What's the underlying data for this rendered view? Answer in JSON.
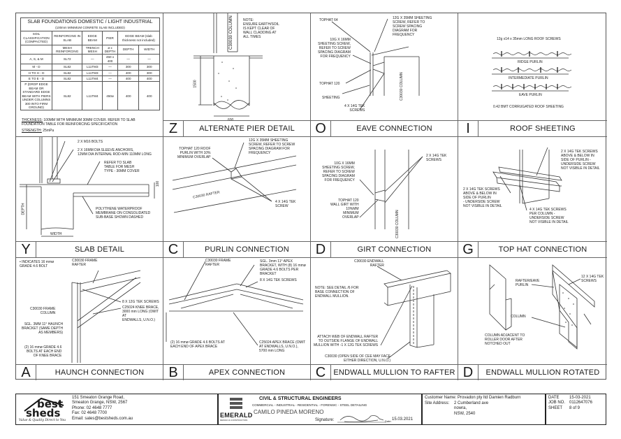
{
  "slab_table": {
    "title": "SLAB FOUNDATIONS DOMESTIC / LIGHT INDUSTRIAL",
    "subtitle": "(100mm MINIMUM CONRETE SLAB INCLUDED)",
    "headers": [
      "SOIL CLASSIFICATION (COMPACTED)",
      "REINFORCING IN SLAB",
      "EDGE BEAM",
      "PIER",
      "EDGE BEAM (slab thickness not included)"
    ],
    "subheaders": [
      "",
      "MESH REINFORCING",
      "TRENCH MESH",
      "ø x DEPTH",
      "DEPTH",
      "WIDTH"
    ],
    "rows": [
      [
        "A, S, & M",
        "SL72",
        "—",
        "450 x 400",
        "—",
        "—"
      ],
      [
        "M - D",
        "SL82",
        "L11TM3",
        "—",
        "300",
        "300"
      ],
      [
        "H TO H - D",
        "SL82",
        "L11TM3",
        "—",
        "400",
        "300"
      ],
      [
        "E TO E - D",
        "SL82",
        "L11TM4",
        "—",
        "400",
        "400"
      ],
      [
        "P (DROP EDGE BEAM OR STANDARD EDGE BEAM WITH PIERS UNDER COLUMNS 300 INTO FIRM GROUND)",
        "SL82",
        "L11TM4",
        "450ø",
        "400",
        "400"
      ]
    ],
    "thickness_label": "THICKNESS:",
    "thickness_text": "100MM WITH MINIMUM 30MM COVER. REFER TO SLAB FOUNDATION TABLE FOR REINFORCING SPECIFICATION",
    "strength_label": "STRENGTH:",
    "strength_text": "25mPa"
  },
  "details": [
    {
      "letter": "Z",
      "title": "ALTERNATE PIER DETAIL",
      "notes": [
        "NOTE:\nENSURE EARTH/SOIL\nIS KEPT CLEAR OF\nWALL CLADDING AT\nALL TIMES",
        "C30030 COLUMN",
        "1500",
        "600"
      ]
    },
    {
      "letter": "O",
      "title": "EAVE CONNECTION",
      "notes": [
        "TOPHAT 64",
        "12G X 35MM SHEETING\nSCREW, REFER TO\nSCREW SPACING\nDIAGRAM FOR\nFREQUENCY",
        "10G X 16MM\nSHEETING SCREW,\nREFER TO SCREW\nSPACING DIAGRAM\nFOR FREQUENCY",
        "TOPHAT 120",
        "SHEETING",
        "4 x 14G TEK\nSCREWS",
        "C30030 COLUMN"
      ]
    },
    {
      "letter": "I",
      "title": "ROOF SHEETING",
      "notes": [
        "12g x14 x 35mm LONG ROOF SCREWS",
        "RIDGE PURLIN",
        "INTERMEDIATE PURLIN",
        "EAVE PURLIN",
        "0.42 BMT CORRUGATED ROOF SHEETING"
      ]
    },
    {
      "letter": "Y",
      "title": "SLAB DETAIL",
      "notes": [
        "2 x M16 BOLTS",
        "2 X 16MM DIA SLEEVE ANCHORS,\n12MM DIA INTERNAL ROD-MIN 110MM LONG",
        "REFER TO SLAB\nTABLE FOR MESH\nTYPE - 30MM COVER",
        "POLYTHENE WATERPROOF\nMEMBRANE ON CONSOLIDATED\nSUB-BASE SHOWN DASHED",
        "DEPTH",
        "WIDTH",
        "100"
      ]
    },
    {
      "letter": "C",
      "title": "PURLIN CONNECTION",
      "notes": [
        "TOPHAT 120 ROOF\nPURLIN WITH 10%\nMINIMUM OVERLAP",
        "12G X 35MM SHEETING\nSCREW, REFER TO SCREW\nSPACING DIAGRAM FOR\nFREQUENCY",
        "C30030 RAFTER",
        "4 X 14G TEK\nSCREW"
      ]
    },
    {
      "letter": "D",
      "title": "GIRT CONNECTION",
      "notes": [
        "10G X 16MM\nSHEETING SCREW,\nREFER TO SCREW\nSPACING DIAGRAM\nFOR FREQUENCY",
        "2 X 14G TEK\nSCREWS",
        "TOPHAT 120\nWALL GIRT WITH\n10%MM\nMINIMUM\nOVERLAP",
        "C30030 COLUMN"
      ]
    },
    {
      "letter": "G",
      "title": "TOP HAT CONNECTION",
      "notes": [
        "2 x 14G TEK SCREWS\nABOVE & BELOW IN\nSIDE OF PURLIN -\nUNDERSIDE SCREW\nNOT VISIBLE IN DETAIL",
        "2 x 14G TEK SCREWS\nABOVE & BELOW IN\nSIDE OF PURLIN\n- UNDERSIDE SCREW\nNOT VISIBLE IN DETAIL",
        "4 x 14G TEK SCREWS\nPER COLUMN -\nUNDERSIDE SCREW\nNOT VISIBLE IN DETAIL"
      ]
    },
    {
      "letter": "A",
      "title": "HAUNCH CONNECTION",
      "notes": [
        "• INDICATES 16 mmø\nGRADE 4.6 BOLT",
        "C30030 FRAME\nRAFTER",
        "8 X 12G TEK SCREWS",
        "C25024 KNEE BRACE,\n3000 mm LONG (OMIT AT\nENDWALLS, U.N.O.)",
        "C30030 FRAME\nCOLUMN",
        "SGL. 3mm 11° HAUNCH\nBRACKET (SAME DEPTH\nAS MEMBERS)",
        "(2) 16 mmø GRADE 4.6\nBOLTS AT EACH END\nOF KNEE BRACE"
      ]
    },
    {
      "letter": "B",
      "title": "APEX CONNECTION",
      "notes": [
        "C30030 FRAME\nRAFTER",
        "SGL. 3mm 11° APEX\nBRACKET, WITH (8) 16 mmø\nGRADE 4.6 BOLTS PER\nBRACKET",
        "8 X 14G TEK SCREWS",
        "(2) 16 mmø GRADE 4.6 BOLTS AT\nEACH END OF APEX BRACE",
        "C25024 APEX BRACE (OMIT\nAT ENDWALLS, U.N.O.),\n5700 mm LONG"
      ]
    },
    {
      "letter": "C",
      "title": "ENDWALL MULLION TO RAFTER",
      "notes": [
        "C30030 ENDWALL\nRAFTER",
        "NOTE: SEE DETAIL /6 FOR\nBASE CONNECTION OF\nENDWALL MULLION.",
        "ATTACH WEB OF ENDWALL RAFTER\nTO OUTSIDE FLANGE OF ENDWALL\nMULLION WITH -1 X 12G TEK SCREWS",
        "C30030 (OPEN SIDE OF CEE MAY FACE\nEITHER DIRECTION, U.N.O.)"
      ]
    },
    {
      "letter": "D",
      "title": "ENDWALL MULLION ROTATED",
      "notes": [
        "RAFTER/EAVE\nPURLIN",
        "12 x 14G TEK\nSCREWS",
        "COLUMN",
        "COLUMN ADJACENT TO\nROLLER DOOR AFTER\nNOTCHED OUT"
      ]
    }
  ],
  "title_block": {
    "company": {
      "logo_word1": "best",
      "logo_word2": "sheds",
      "logo_tagline": "Value & Quality Direct to You",
      "address1": "151 Smeaton Grange Road,",
      "address2": "Smeaton Grange, NSW, 2567",
      "phone": "Phone: 02 4648 7777",
      "fax": "Fax: 02 4648 7700",
      "email": "Email: sales@bestsheds.com.au"
    },
    "engineer": {
      "logo_text": "EMERALD",
      "logo_sub": "DESIGN & CONSTRUCTION",
      "heading": "CIVIL & STRUCTURAL ENGINEERS",
      "services": "COMMERCIAL - INDUSTRIAL - RESIDENTIAL - FORENSIC - STEEL DETAILING",
      "name": "CAMILO PINEDA MORENO",
      "signature_label": "Signature:",
      "date_label": "Date:",
      "date": "15.03.2021"
    },
    "customer": {
      "name_label": "Customer Name:",
      "name": "Provadon pty ltd Damien Radburn",
      "address_label": "Site Address:",
      "address1": "2 Cumberland ave",
      "address2": "nowra,",
      "address3": "NSW, 2540"
    },
    "sheet_info": {
      "date_label": "DATE",
      "date": "15-03-2021",
      "job_label": "JOB NO.",
      "job": "0112647076",
      "sheet_label": "SHEET",
      "sheet": "8 of 9"
    }
  }
}
